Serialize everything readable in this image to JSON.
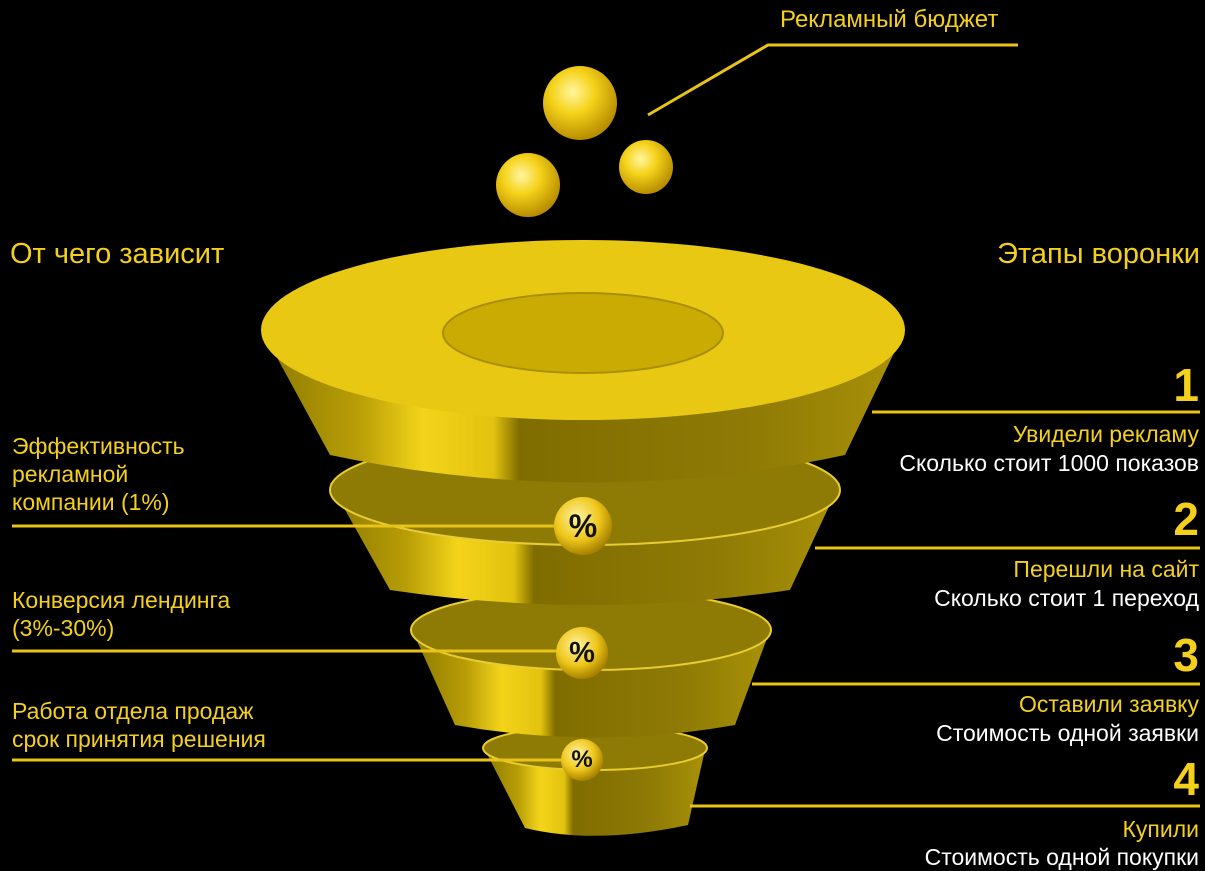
{
  "budget": {
    "label": "Рекламный бюджет"
  },
  "left_header": "От чего зависит",
  "right_header": "Этапы воронки",
  "factors": [
    {
      "text": "Эффективность\nрекламной\nкомпании (1%)",
      "badge": "%"
    },
    {
      "text": "Конверсия лендинга\n(3%-30%)",
      "badge": "%"
    },
    {
      "text": "Работа отдела продаж\nсрок принятия решения",
      "badge": "%"
    }
  ],
  "stages": [
    {
      "number": "1",
      "title": "Увидели рекламу",
      "subtitle": "Сколько стоит 1000 показов"
    },
    {
      "number": "2",
      "title": "Перешли на сайт",
      "subtitle": "Сколько стоит 1 переход"
    },
    {
      "number": "3",
      "title": "Оставили заявку",
      "subtitle": "Стоимость одной заявки"
    },
    {
      "number": "4",
      "title": "Купили",
      "subtitle": "Стоимость одной покупки"
    }
  ],
  "colors": {
    "accent": "#f4d01c",
    "background": "#000000",
    "subtitle": "#ffffff"
  }
}
